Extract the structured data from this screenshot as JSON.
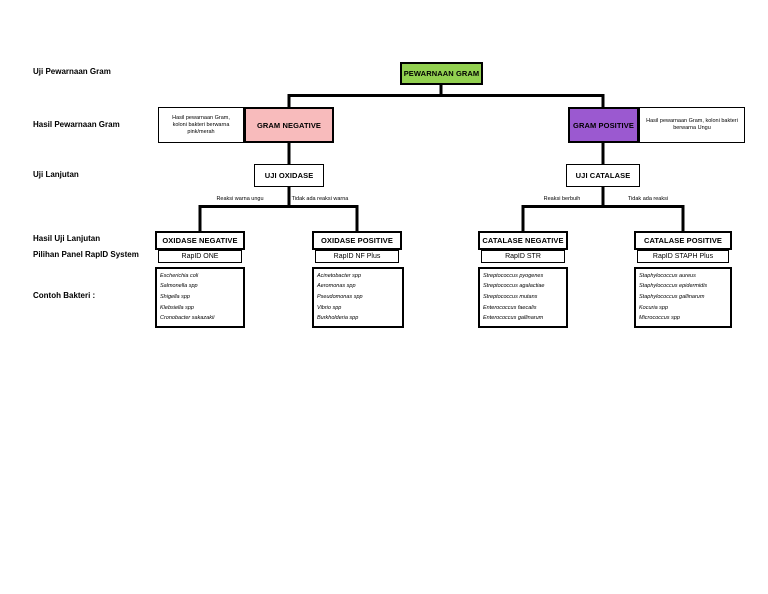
{
  "row_labels": {
    "uji_pewarnaan": "Uji Pewarnaan Gram",
    "hasil_pewarnaan": "Hasil Pewarnaan Gram",
    "uji_lanjutan": "Uji Lanjutan",
    "hasil_uji_lanjutan": "Hasil Uji Lanjutan",
    "pilihan_panel": "Pilihan Panel RapID System",
    "contoh_bakteri": "Contoh Bakteri :"
  },
  "colors": {
    "root_green": "#92D050",
    "gram_negative_pink": "#F8BBBC",
    "gram_positive_purple": "#9B59D0",
    "line_black": "#000000"
  },
  "root": {
    "label": "PEWARNAAN GRAM"
  },
  "left_branch": {
    "note": "Hasil pewarnaan Gram, koloni bakteri berwarna pink/merah",
    "result": "GRAM NEGATIVE",
    "test": "UJI OXIDASE",
    "branch_left_label": "Reaksi warna ungu",
    "branch_right_label": "Tidak ada reaksi warna",
    "outcomes": [
      {
        "title": "OXIDASE NEGATIVE",
        "panel": "RapID ONE",
        "bacteria": [
          "Escherichia coli",
          "Salmonella spp",
          "Shigella spp",
          "Klebsiella spp",
          "Cronobacter sakazakii"
        ]
      },
      {
        "title": "OXIDASE POSITIVE",
        "panel": "RapID NF Plus",
        "bacteria": [
          "Acinetobacter spp",
          "Aeromonas spp",
          "Pseudomonas spp",
          "Vibrio spp",
          "Burkholderia spp"
        ]
      }
    ]
  },
  "right_branch": {
    "note": "Hasil pewarnaan Gram, koloni bakteri berwarna Ungu",
    "result": "GRAM POSITIVE",
    "test": "UJI CATALASE",
    "branch_left_label": "Reaksi berbuih",
    "branch_right_label": "Tidak ada reaksi",
    "outcomes": [
      {
        "title": "CATALASE NEGATIVE",
        "panel": "RapID STR",
        "bacteria": [
          "Streptococcus pyogenes",
          "Streptococcus agalactiae",
          "Streptococcus mutans",
          "Enterococcus faecalis",
          "Enterococcus gallinarum"
        ]
      },
      {
        "title": "CATALASE POSITIVE",
        "panel": "RapID STAPH Plus",
        "bacteria": [
          "Staphylococcus aureus",
          "Staphylococcus epidermidis",
          "Staphylococcus gallinarum",
          "Kocuria spp",
          "Micrococcus spp"
        ]
      }
    ]
  }
}
